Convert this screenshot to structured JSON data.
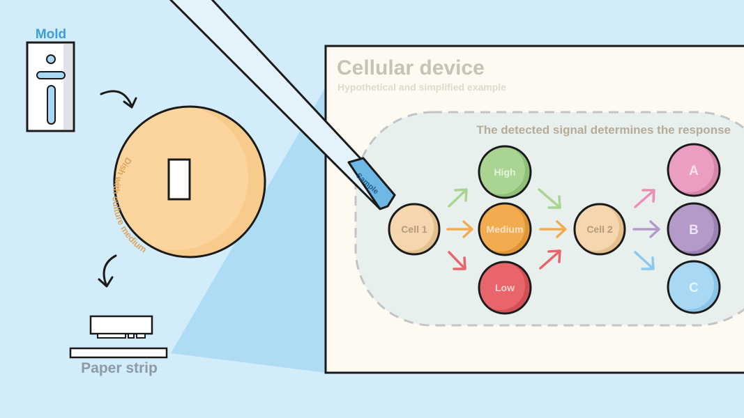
{
  "left": {
    "mold_label": "Mold",
    "dish_label": "Dish with culture medium",
    "strip_label": "Paper strip"
  },
  "device": {
    "title": "Cellular device",
    "subtitle": "Hypothetical and simplified example",
    "flow_caption": "The detected signal determines the response",
    "pipette_label": "Sample",
    "nodes": {
      "cell1": "Cell 1",
      "high": "High",
      "medium": "Medium",
      "low": "Low",
      "cell2": "Cell 2",
      "a": "A",
      "b": "B",
      "c": "C"
    }
  },
  "colors": {
    "background": "#d3ecfa",
    "panel": "#fdfaf1",
    "outline": "#1a1a1a",
    "accent_blue": "#3d9fd8",
    "dish": "#f6cb8c",
    "cell": "#f5d6ae",
    "high": "#a9d492",
    "medium": "#f2ab4e",
    "low": "#e8666b",
    "a": "#ec9ec2",
    "b": "#b49ac8",
    "c": "#a8d8f3",
    "arrow_green": "#a9d492",
    "arrow_orange": "#f2ab4e",
    "arrow_red": "#e8666b",
    "arrow_pink": "#ec8db8",
    "arrow_purple": "#b49ac8",
    "arrow_blue": "#8cc9ec"
  }
}
